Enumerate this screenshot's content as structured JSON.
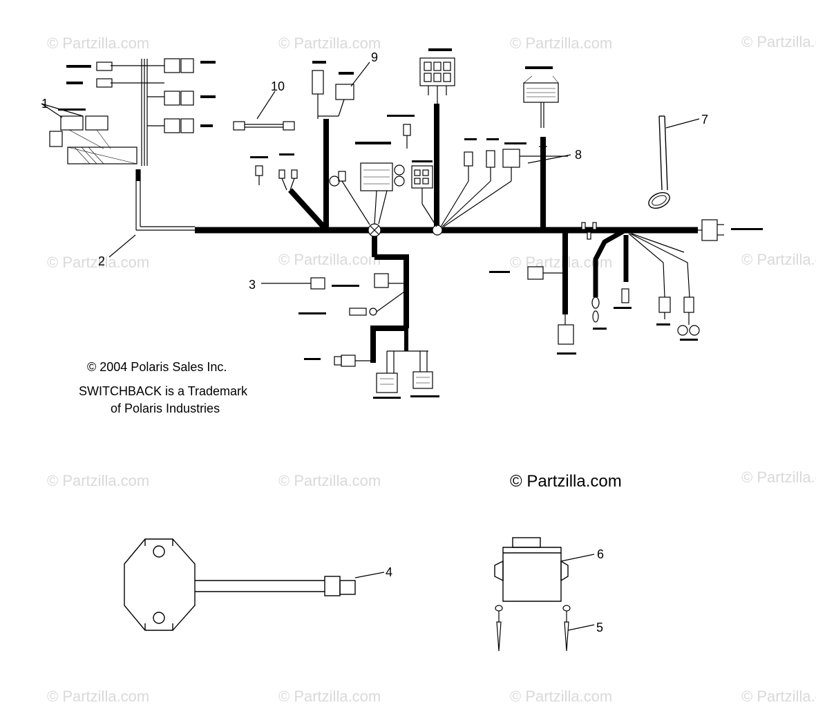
{
  "watermarks": {
    "text": "© Partzilla.com",
    "main": "© Partzilla.com"
  },
  "notes": {
    "copyright": "© 2004 Polaris Sales Inc.",
    "trademark_line1": "SWITCHBACK is a Trademark",
    "trademark_line2": "of Polaris Industries"
  },
  "callouts": [
    "1",
    "2",
    "3",
    "4",
    "5",
    "6",
    "7",
    "8",
    "9",
    "10"
  ],
  "colors": {
    "line": "#000000",
    "watermark": "#d9d9d9",
    "background": "#ffffff"
  }
}
